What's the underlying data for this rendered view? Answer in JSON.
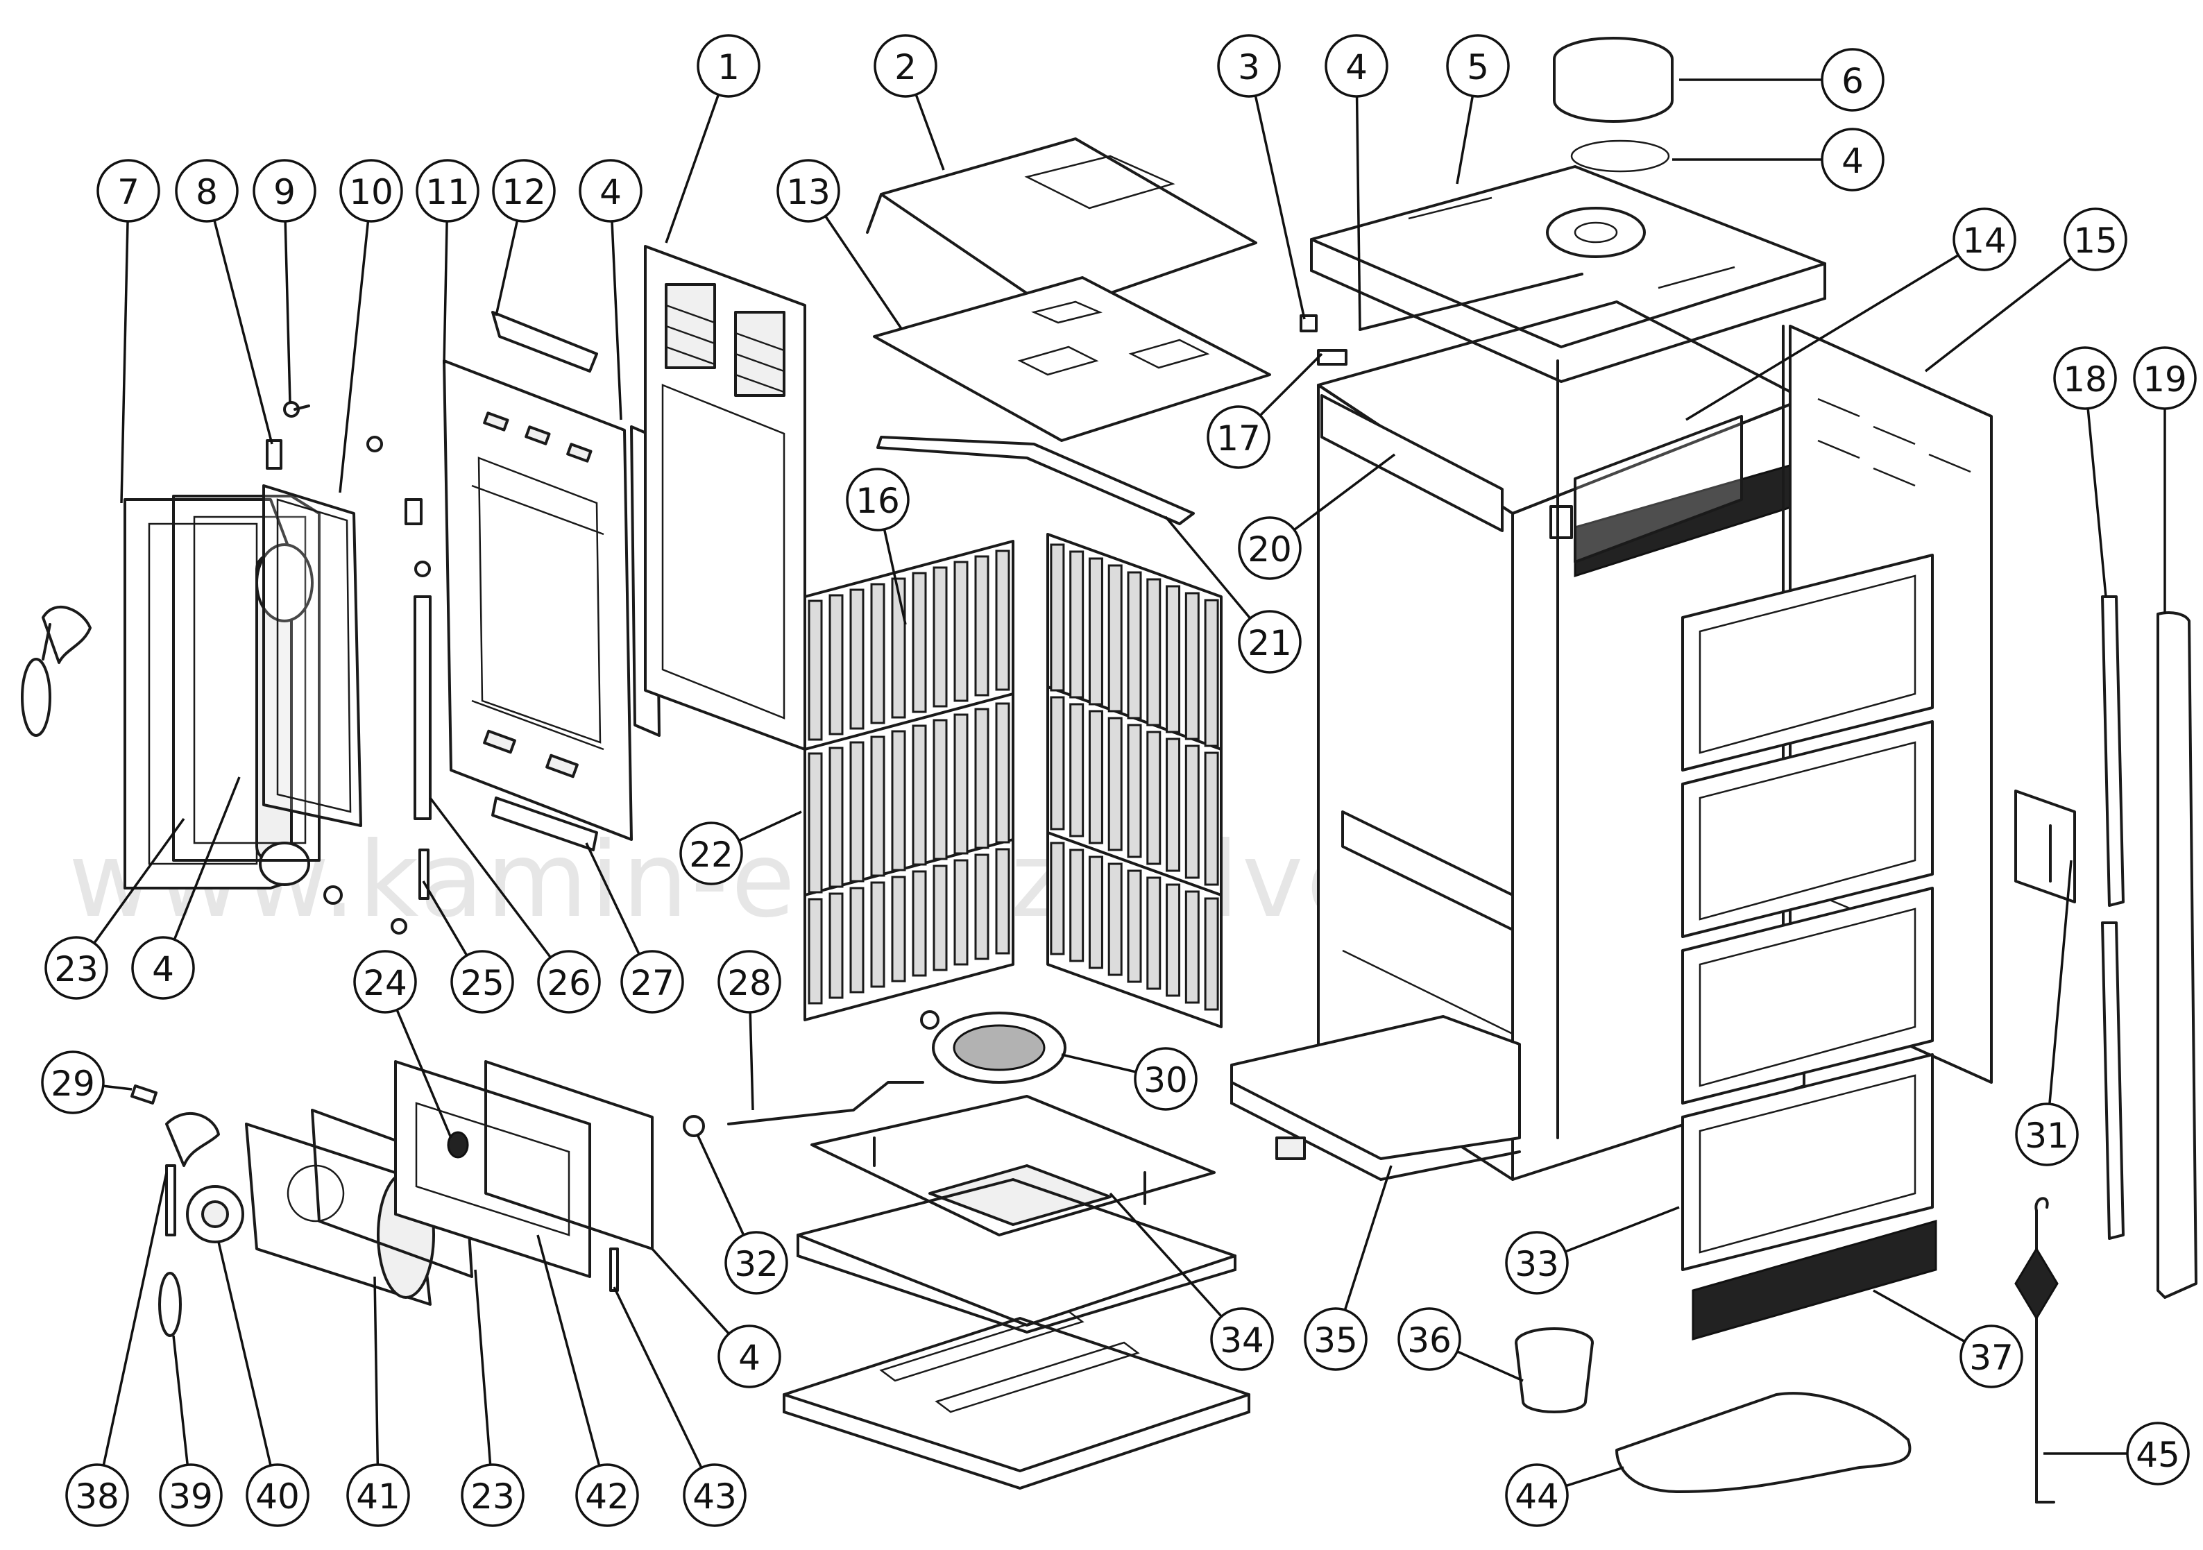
{
  "watermark": "www.kamin-ersatzteilvertrieb.de",
  "callouts": [
    {
      "id": "c1",
      "label": "1",
      "target": "firebox-back-frame"
    },
    {
      "id": "c2",
      "label": "2",
      "target": "top-deflector-plate"
    },
    {
      "id": "c3",
      "label": "3",
      "target": "clip"
    },
    {
      "id": "c4a",
      "label": "4",
      "target": "top-gasket"
    },
    {
      "id": "c5",
      "label": "5",
      "target": "top-cover"
    },
    {
      "id": "c6",
      "label": "6",
      "target": "flue-collar"
    },
    {
      "id": "c4b",
      "label": "4",
      "target": "flue-gasket"
    },
    {
      "id": "c7",
      "label": "7",
      "target": "door-frame"
    },
    {
      "id": "c8",
      "label": "8",
      "target": "latch-plate"
    },
    {
      "id": "c9",
      "label": "9",
      "target": "screw"
    },
    {
      "id": "c10",
      "label": "10",
      "target": "door-glass"
    },
    {
      "id": "c11",
      "label": "11",
      "target": "front-frame"
    },
    {
      "id": "c12",
      "label": "12",
      "target": "air-slide"
    },
    {
      "id": "c4c",
      "label": "4",
      "target": "front-frame-gasket"
    },
    {
      "id": "c13",
      "label": "13",
      "target": "baffle-plate"
    },
    {
      "id": "c14",
      "label": "14",
      "target": "rear-baffle"
    },
    {
      "id": "c15",
      "label": "15",
      "target": "back-panel"
    },
    {
      "id": "c16",
      "label": "16",
      "target": "firebrick-left"
    },
    {
      "id": "c17",
      "label": "17",
      "target": "bracket"
    },
    {
      "id": "c18",
      "label": "18",
      "target": "side-rail-left"
    },
    {
      "id": "c19",
      "label": "19",
      "target": "side-rail-right"
    },
    {
      "id": "c20",
      "label": "20",
      "target": "upper-trim"
    },
    {
      "id": "c21",
      "label": "21",
      "target": "baffle-rod"
    },
    {
      "id": "c22",
      "label": "22",
      "target": "firebrick-set"
    },
    {
      "id": "c23a",
      "label": "23",
      "target": "door-inner-frame"
    },
    {
      "id": "c4d",
      "label": "4",
      "target": "door-gasket"
    },
    {
      "id": "c24",
      "label": "24",
      "target": "ash-door-knob"
    },
    {
      "id": "c25",
      "label": "25",
      "target": "hinge-pin"
    },
    {
      "id": "c26",
      "label": "26",
      "target": "hinge-rod"
    },
    {
      "id": "c27",
      "label": "27",
      "target": "front-strip"
    },
    {
      "id": "c28",
      "label": "28",
      "target": "grate-lever"
    },
    {
      "id": "c29",
      "label": "29",
      "target": "bolt"
    },
    {
      "id": "c30",
      "label": "30",
      "target": "grate"
    },
    {
      "id": "c31",
      "label": "31",
      "target": "side-bracket"
    },
    {
      "id": "c32",
      "label": "32",
      "target": "nut"
    },
    {
      "id": "c33",
      "label": "33",
      "target": "side-panels"
    },
    {
      "id": "c34",
      "label": "34",
      "target": "grate-support"
    },
    {
      "id": "c35",
      "label": "35",
      "target": "ash-pan"
    },
    {
      "id": "c36",
      "label": "36",
      "target": "foot"
    },
    {
      "id": "c37",
      "label": "37",
      "target": "grille"
    },
    {
      "id": "c38",
      "label": "38",
      "target": "ash-door-handle"
    },
    {
      "id": "c39",
      "label": "39",
      "target": "handle-grip"
    },
    {
      "id": "c40",
      "label": "40",
      "target": "air-rosette"
    },
    {
      "id": "c41",
      "label": "41",
      "target": "ash-door"
    },
    {
      "id": "c23b",
      "label": "23",
      "target": "ash-door-inner-frame"
    },
    {
      "id": "c42",
      "label": "42",
      "target": "ash-door-frame"
    },
    {
      "id": "c43",
      "label": "43",
      "target": "pin"
    },
    {
      "id": "c4e",
      "label": "4",
      "target": "ash-door-gasket"
    },
    {
      "id": "c44",
      "label": "44",
      "target": "handle-glove"
    },
    {
      "id": "c45",
      "label": "45",
      "target": "poker-tool"
    }
  ]
}
